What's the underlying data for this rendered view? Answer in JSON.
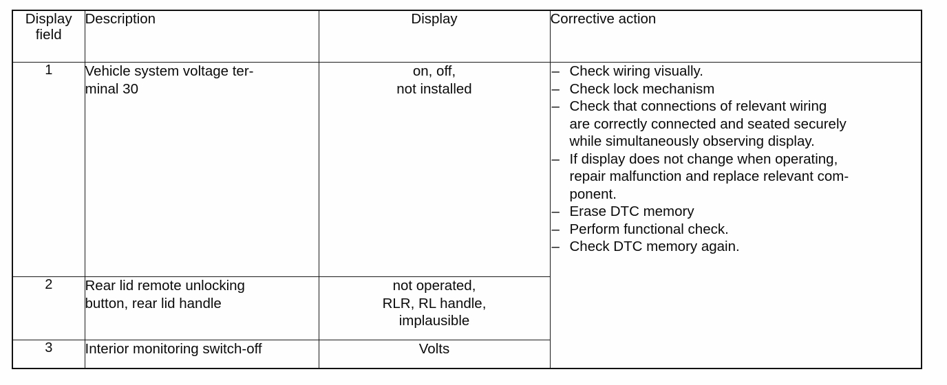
{
  "table": {
    "headers": [
      {
        "label": "Display\nfield",
        "line1": "Display",
        "line2": "field"
      },
      {
        "label": "Description"
      },
      {
        "label": "Display"
      },
      {
        "label": "Corrective action"
      }
    ],
    "rows": [
      {
        "field": "1",
        "description_lines": [
          "Vehicle system voltage ter-",
          "minal 30"
        ],
        "display_lines": [
          "on, off,",
          "not installed"
        ]
      },
      {
        "field": "2",
        "description_lines": [
          "Rear lid remote unlocking",
          "button, rear lid handle"
        ],
        "display_lines": [
          "not operated,",
          "RLR, RL handle,",
          "implausible"
        ]
      },
      {
        "field": "3",
        "description_lines": [
          "Interior monitoring switch-off"
        ],
        "display_lines": [
          "Volts"
        ]
      }
    ],
    "corrective_action": {
      "bullet": "–",
      "items": [
        {
          "lines": [
            "Check wiring visually."
          ]
        },
        {
          "lines": [
            "Check lock mechanism"
          ]
        },
        {
          "lines": [
            "Check that connections of relevant wiring",
            "are correctly connected and seated securely",
            "while simultaneously observing display."
          ]
        },
        {
          "lines": [
            "If display does not change when operating,",
            "repair malfunction and replace relevant com-",
            "ponent."
          ]
        },
        {
          "lines": [
            "Erase DTC memory"
          ]
        },
        {
          "lines": [
            "Perform functional check."
          ]
        },
        {
          "lines": [
            "Check DTC memory again."
          ]
        }
      ]
    }
  }
}
